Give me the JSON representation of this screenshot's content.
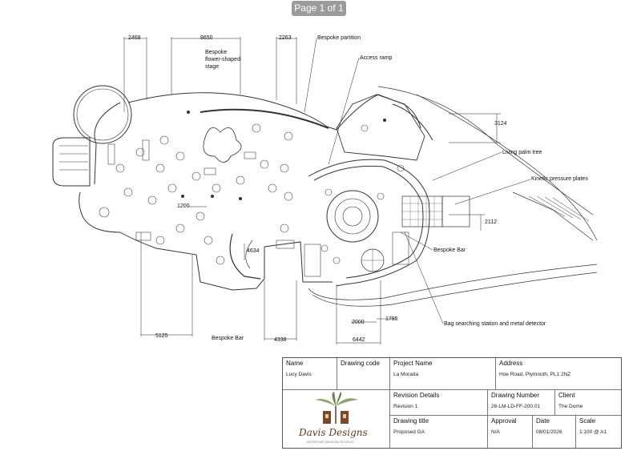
{
  "viewer": {
    "page_indicator": "Page 1 of 1"
  },
  "drawing": {
    "labels": {
      "flower_stage": [
        "Bespoke",
        "flower-shaped",
        "stage"
      ],
      "bespoke_partition": "Bespoke partition",
      "access_ramp": "Access ramp",
      "living_palm_tree": "Living palm tree",
      "kinetic_plates": "Kinetic pressure plates",
      "bespoke_bar_right": "Bespoke Bar",
      "bespoke_bar_left": "Bespoke Bar",
      "bag_search": "Bag searching station and metal detector"
    },
    "dimensions": {
      "d2468": "2468",
      "d8650": "8650",
      "d2263": "2263",
      "d3124": "3124",
      "d1200": "1200",
      "d4634": "4634",
      "d2112": "2112",
      "d5125": "5125",
      "d4338": "4338",
      "d2000": "2000",
      "d1785": "1785",
      "d6442": "6442"
    }
  },
  "title_block": {
    "name_label": "Name",
    "name_value": "Lucy Davis",
    "drawing_code_label": "Drawing code",
    "project_name_label": "Project Name",
    "project_name_value": "La Morada",
    "address_label": "Address",
    "address_value": "Hoe Road, Plymouth, PL1 2NZ",
    "revision_label": "Revision Details",
    "revision_value": "Revision 1",
    "drawing_number_label": "Drawing Number",
    "drawing_number_value": "26-LM-LD-FF-200.01",
    "client_label": "Client",
    "client_value": "The Dome",
    "drawing_title_label": "Drawing title",
    "drawing_title_value": "Proposed GA",
    "approval_label": "Approval",
    "approval_value": "N/A",
    "date_label": "Date",
    "date_value": "08/01/2026",
    "scale_label": "Scale",
    "scale_value": "1:100 @ A1",
    "logo_text": "Davis Designs",
    "logo_subtitle": "INTERIOR DESIGN STUDIO"
  }
}
